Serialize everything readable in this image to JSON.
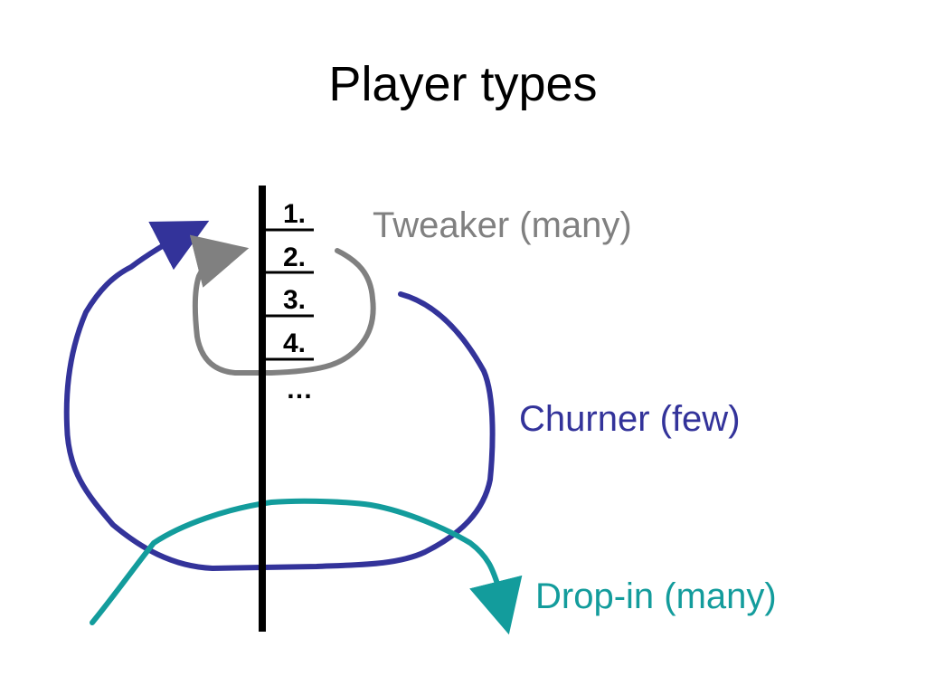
{
  "title": "Player types",
  "ranking": {
    "items": [
      "1.",
      "2.",
      "3.",
      "4."
    ],
    "more": "…"
  },
  "player_types": [
    {
      "label": "Tweaker (many)",
      "color": "#808080",
      "path": "gray loop around ranks 2–4"
    },
    {
      "label": "Churner (few)",
      "color": "#33339a",
      "path": "large blue loop returning to top"
    },
    {
      "label": "Drop-in (many)",
      "color": "#139c9c",
      "path": "teal arc passing through and leaving"
    }
  ],
  "colors": {
    "axis": "#000000",
    "background": "#ffffff"
  }
}
